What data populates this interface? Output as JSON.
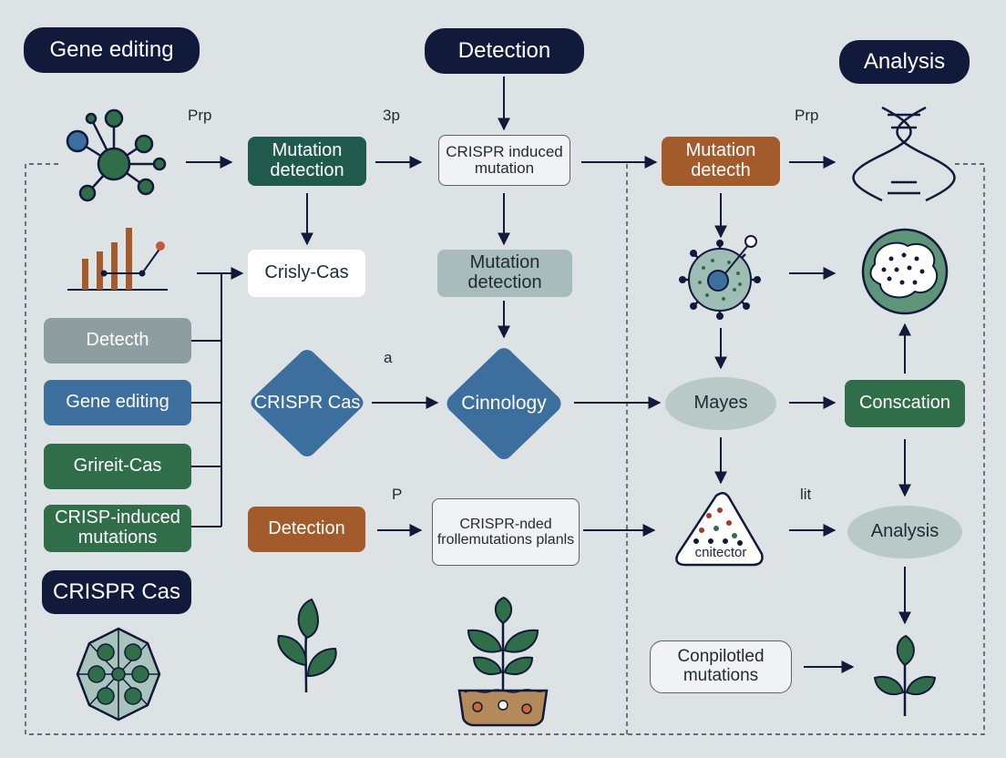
{
  "headers": {
    "gene_editing": "Gene editing",
    "detection": "Detection",
    "analysis": "Analysis"
  },
  "nodes": {
    "mutation_detection_1": "Mutation detection",
    "crispr_induced_mutation": "CRISPR induced mutation",
    "mutation_detecth": "Mutation detecth",
    "crisly_cas": "Crisly-Cas",
    "mutation_detection_2": "Mutation detection",
    "detecth": "Detecth",
    "gene_editing_box": "Gene editing",
    "grireit_cas": "Grireit-Cas",
    "crisp_induced_mutations": "CRISP-induced mutations",
    "crispr_cas_label": "CRISPR Cas",
    "crispr_cas_diamond": "CRISPR Cas",
    "cinnology": "Cinnology",
    "mayes": "Mayes",
    "conscation": "Conscation",
    "detection_box": "Detection",
    "crispr_nded": "CRISPR-nded frollemutations planls",
    "cnitector": "cnitector",
    "analysis_pill": "Analysis",
    "conpilotled_mutations": "Conpilotled mutations"
  },
  "edge_labels": {
    "prp_left": "Prp",
    "three_p": "3p",
    "prp_right": "Prp",
    "a": "a",
    "p": "P",
    "lit": "lit"
  },
  "colors": {
    "background": "#dde2e5",
    "header": "#111a3a",
    "green": "#2f6e48",
    "teal": "#1f5a4c",
    "orange": "#a35b2c",
    "blue": "#3d6f9e",
    "gray": "#8e9ea0",
    "mint": "#a8bcbb",
    "arrow": "#111a3a"
  },
  "icons": [
    "molecule-icon",
    "bar-chart-icon",
    "dna-icon",
    "cell-icon",
    "cell-cluster-icon",
    "virus-network-icon",
    "seedling-icon",
    "potted-plant-icon",
    "sample-triangle-icon",
    "sprout-icon"
  ]
}
